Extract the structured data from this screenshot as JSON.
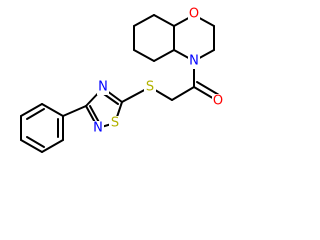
{
  "structure": {
    "atoms": {
      "ring_O": {
        "label": "O",
        "color": "#ff0000"
      },
      "ring_N": {
        "label": "N",
        "color": "#0000ff"
      },
      "carbonyl_O": {
        "label": "O",
        "color": "#ff0000"
      },
      "thioether_S": {
        "label": "S",
        "color": "#b2b200"
      },
      "thiadiazole_N4": {
        "label": "N",
        "color": "#0000ff"
      },
      "thiadiazole_N2": {
        "label": "N",
        "color": "#0000ff"
      },
      "thiadiazole_S1": {
        "label": "S",
        "color": "#b2b200"
      }
    }
  }
}
